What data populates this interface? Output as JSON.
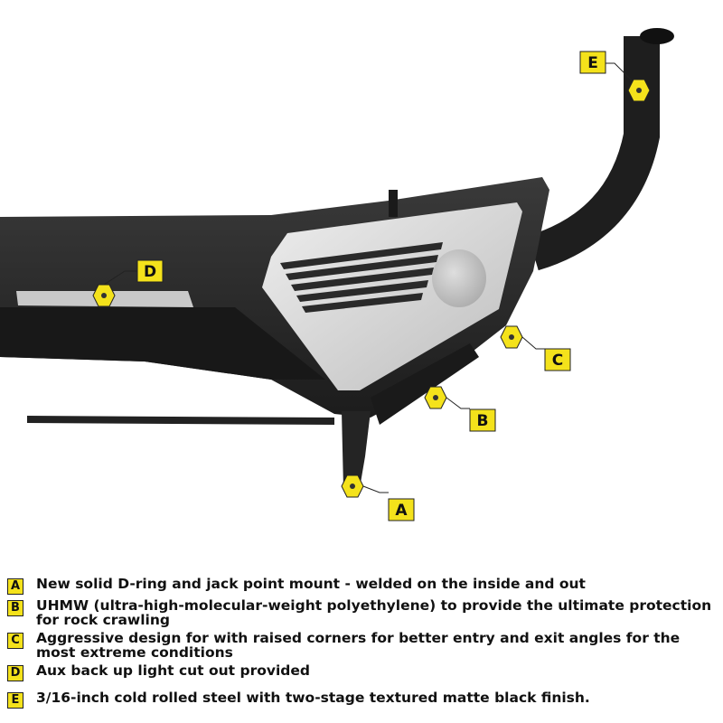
{
  "callouts": [
    {
      "letter": "A"
    },
    {
      "letter": "B"
    },
    {
      "letter": "C"
    },
    {
      "letter": "D"
    },
    {
      "letter": "E"
    }
  ],
  "features": [
    {
      "letter": "A",
      "text": "New solid D-ring and jack point mount - welded on the inside and out"
    },
    {
      "letter": "B",
      "text": "UHMW (ultra-high-molecular-weight polyethylene) to provide the ultimate protection for rock crawling"
    },
    {
      "letter": "C",
      "text": "Aggressive design for with raised corners for better entry and exit angles for the most extreme conditions"
    },
    {
      "letter": "D",
      "text": "Aux back up light cut out provided"
    },
    {
      "letter": "E",
      "text": "3/16-inch cold rolled steel with two-stage textured matte black finish."
    }
  ],
  "colors": {
    "badge": "#f4e21b",
    "body": "#262626",
    "plate": "#d6d6d6"
  }
}
